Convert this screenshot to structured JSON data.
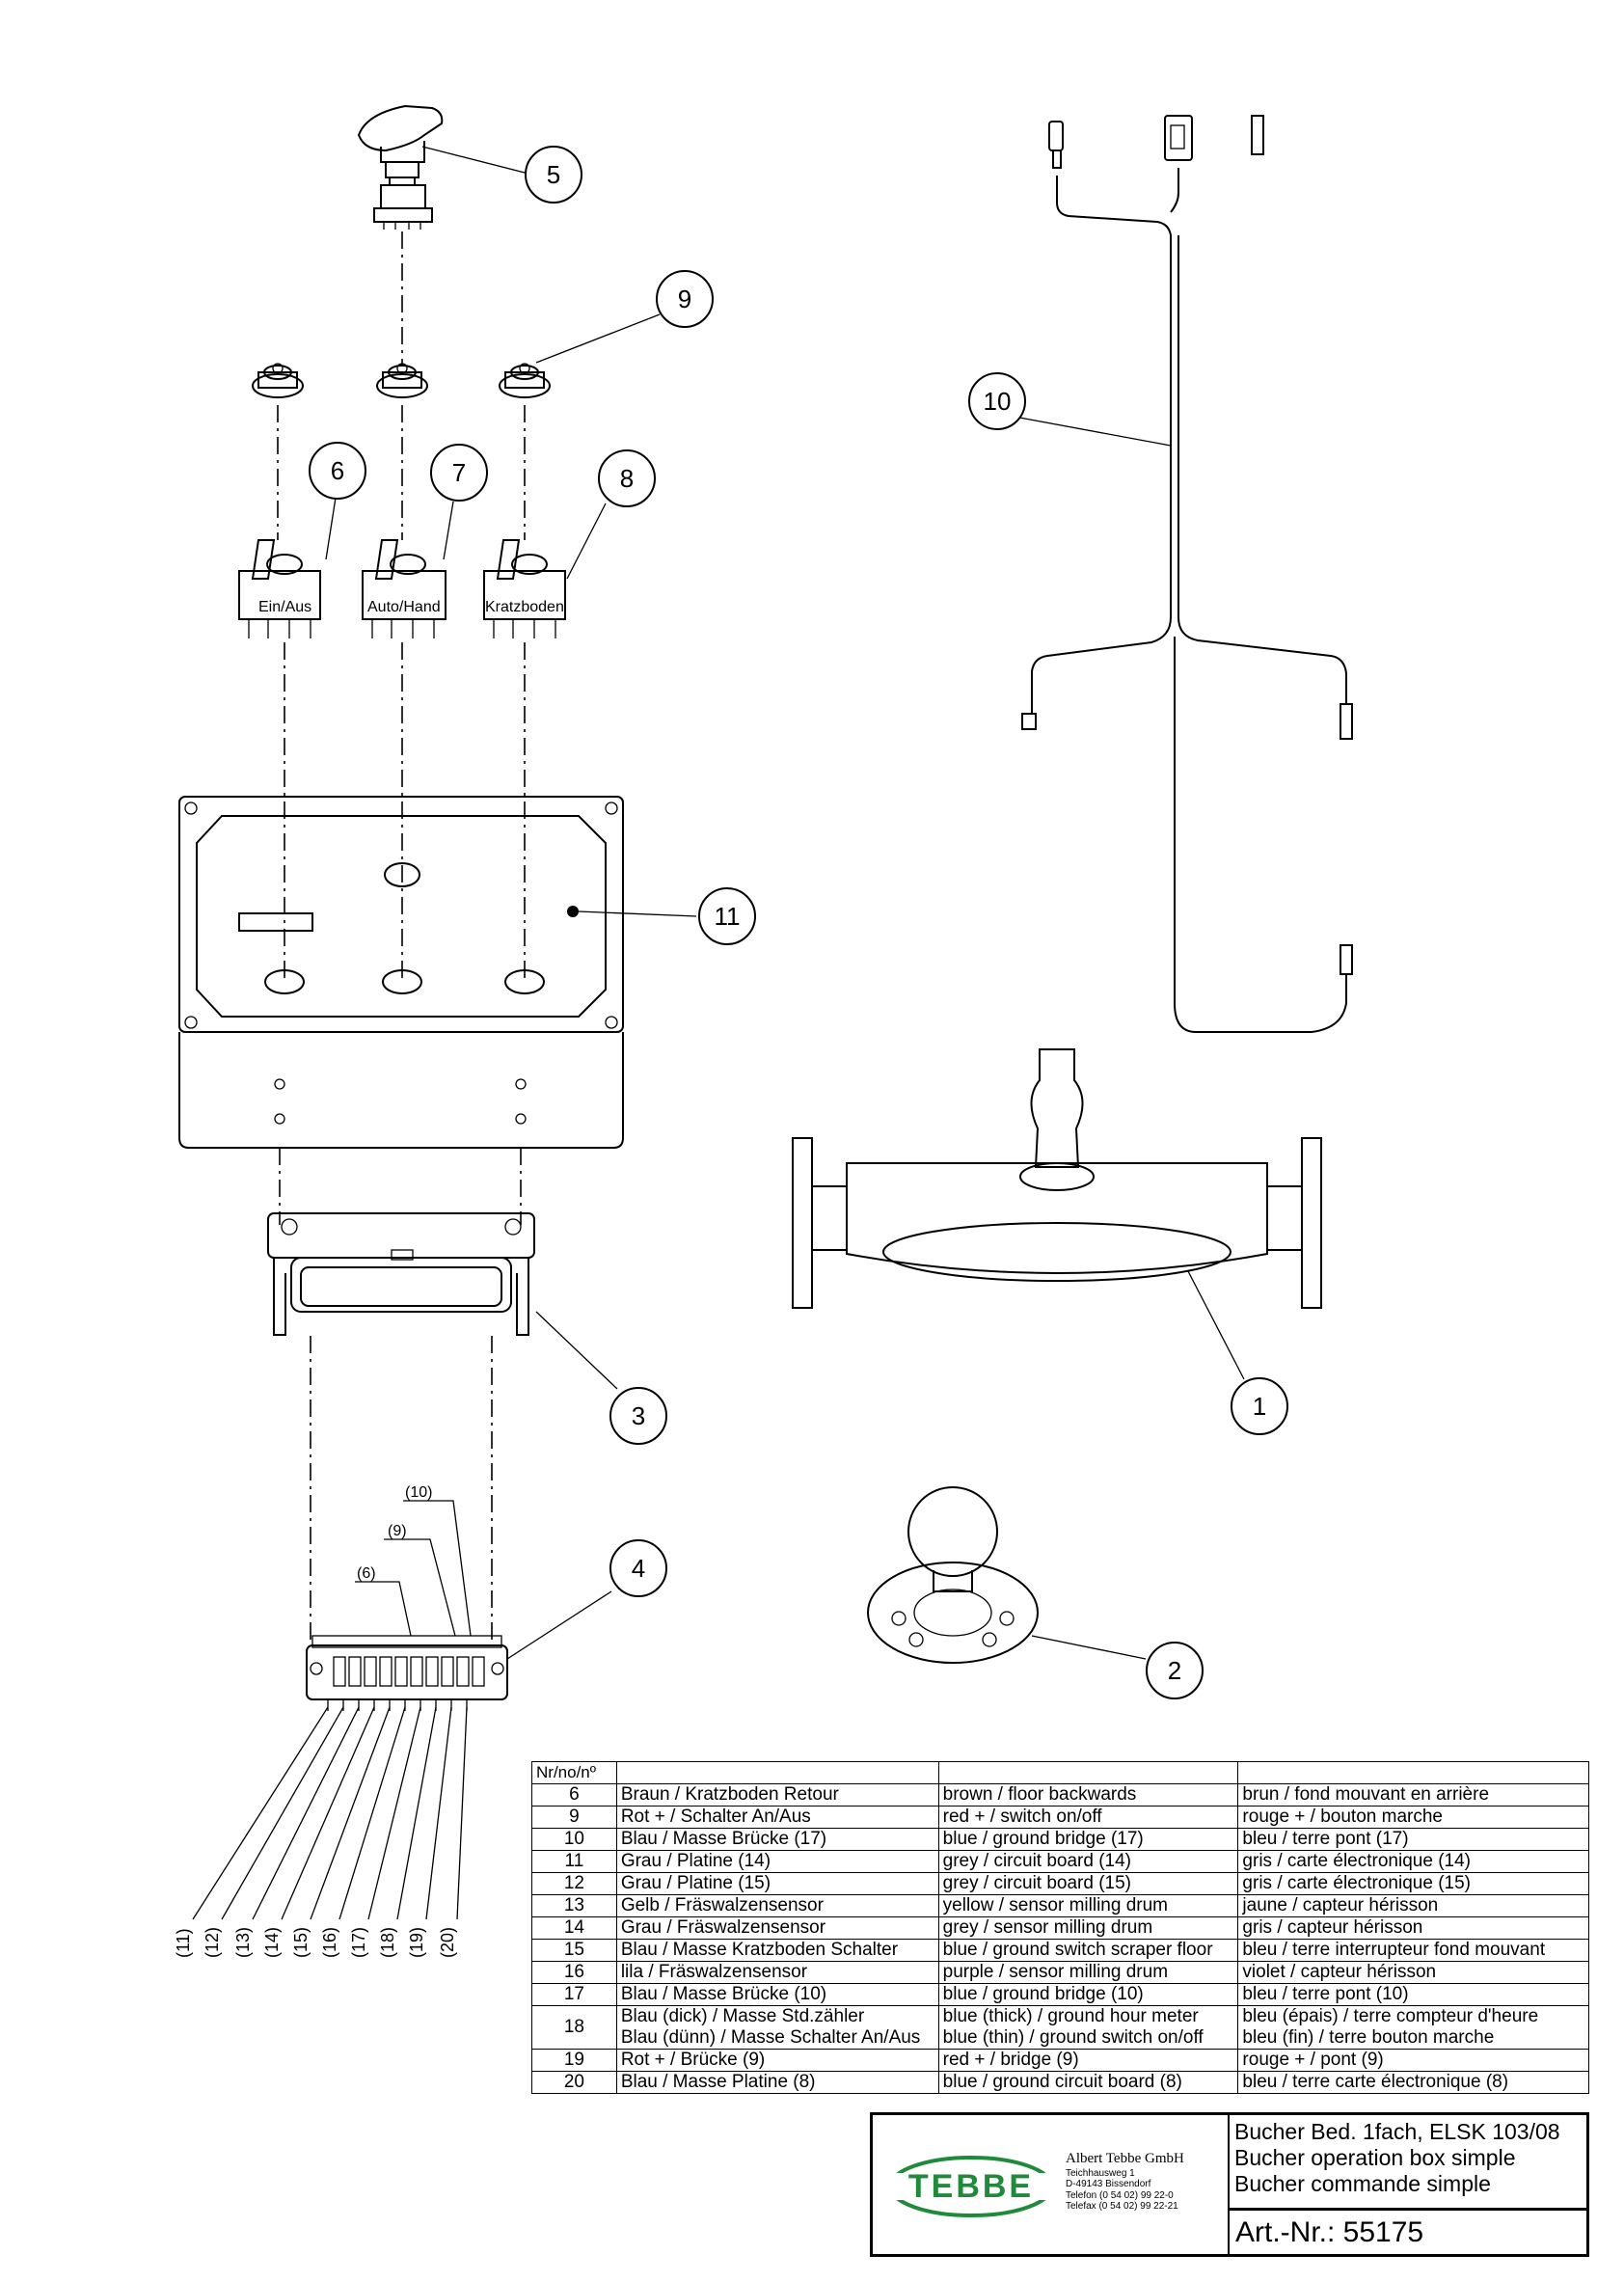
{
  "balloons": [
    {
      "id": "balloon-1",
      "label": "1"
    },
    {
      "id": "balloon-2",
      "label": "2"
    },
    {
      "id": "balloon-3",
      "label": "3"
    },
    {
      "id": "balloon-4",
      "label": "4"
    },
    {
      "id": "balloon-5",
      "label": "5"
    },
    {
      "id": "balloon-6",
      "label": "6"
    },
    {
      "id": "balloon-7",
      "label": "7"
    },
    {
      "id": "balloon-8",
      "label": "8"
    },
    {
      "id": "balloon-9",
      "label": "9"
    },
    {
      "id": "balloon-10",
      "label": "10"
    },
    {
      "id": "balloon-11",
      "label": "11"
    }
  ],
  "switch_labels": [
    "Ein/Aus",
    "Auto/Hand",
    "Kratzboden"
  ],
  "terminal_refs": [
    "(10)",
    "(9)",
    "(6)"
  ],
  "pin_labels": [
    "(11)",
    "(12)",
    "(13)",
    "(14)",
    "(15)",
    "(16)",
    "(17)",
    "(18)",
    "(19)",
    "(20)"
  ],
  "table": {
    "header": "Nr/no/nº",
    "rows": [
      {
        "nr": "6",
        "de": "Braun / Kratzboden Retour",
        "en": "brown / floor backwards",
        "fr": "brun / fond mouvant en arrière"
      },
      {
        "nr": "9",
        "de": "Rot + / Schalter An/Aus",
        "en": "red + / switch on/off",
        "fr": "rouge + / bouton marche"
      },
      {
        "nr": "10",
        "de": "Blau / Masse Brücke (17)",
        "en": "blue / ground bridge (17)",
        "fr": "bleu / terre pont (17)"
      },
      {
        "nr": "11",
        "de": "Grau / Platine (14)",
        "en": "grey / circuit board (14)",
        "fr": "gris / carte électronique (14)"
      },
      {
        "nr": "12",
        "de": "Grau / Platine (15)",
        "en": "grey / circuit board (15)",
        "fr": "gris / carte électronique (15)"
      },
      {
        "nr": "13",
        "de": "Gelb / Fräswalzensensor",
        "en": "yellow / sensor milling drum",
        "fr": "jaune / capteur hérisson"
      },
      {
        "nr": "14",
        "de": "Grau / Fräswalzensensor",
        "en": "grey / sensor milling drum",
        "fr": "gris / capteur hérisson"
      },
      {
        "nr": "15",
        "de": "Blau / Masse Kratzboden Schalter",
        "en": "blue / ground switch scraper floor",
        "fr": "bleu / terre interrupteur fond mouvant"
      },
      {
        "nr": "16",
        "de": "lila / Fräswalzensensor",
        "en": "purple / sensor milling drum",
        "fr": "violet / capteur hérisson"
      },
      {
        "nr": "17",
        "de": "Blau / Masse Brücke (10)",
        "en": "blue / ground bridge (10)",
        "fr": "bleu / terre pont (10)"
      },
      {
        "nr": "18",
        "de": "Blau (dick) / Masse Std.zähler",
        "en": "blue (thick) / ground hour meter",
        "fr": "bleu (épais) / terre compteur d'heure",
        "de2": "Blau (dünn) / Masse Schalter An/Aus",
        "en2": "blue (thin) / ground switch on/off",
        "fr2": "bleu (fin) / terre bouton marche"
      },
      {
        "nr": "19",
        "de": "Rot + / Brücke (9)",
        "en": "red + / bridge (9)",
        "fr": "rouge + / pont (9)"
      },
      {
        "nr": "20",
        "de": "Blau / Masse Platine (8)",
        "en": "blue / ground circuit board (8)",
        "fr": "bleu / terre carte électronique (8)"
      }
    ]
  },
  "title_block": {
    "logo_text": "TEBBE",
    "logo_color": "#1f8a3a",
    "company_name": "Albert Tebbe GmbH",
    "address_1": "Teichhausweg 1",
    "address_2": "D-49143 Bissendorf",
    "phone": "Telefon (0 54 02) 99 22-0",
    "fax": "Telefax (0 54 02) 99 22-21",
    "desc_de": "Bucher Bed. 1fach, ELSK 103/08",
    "desc_en": "Bucher operation box simple",
    "desc_fr": "Bucher commande simple",
    "art_no": "Art.-Nr.: 55175"
  }
}
